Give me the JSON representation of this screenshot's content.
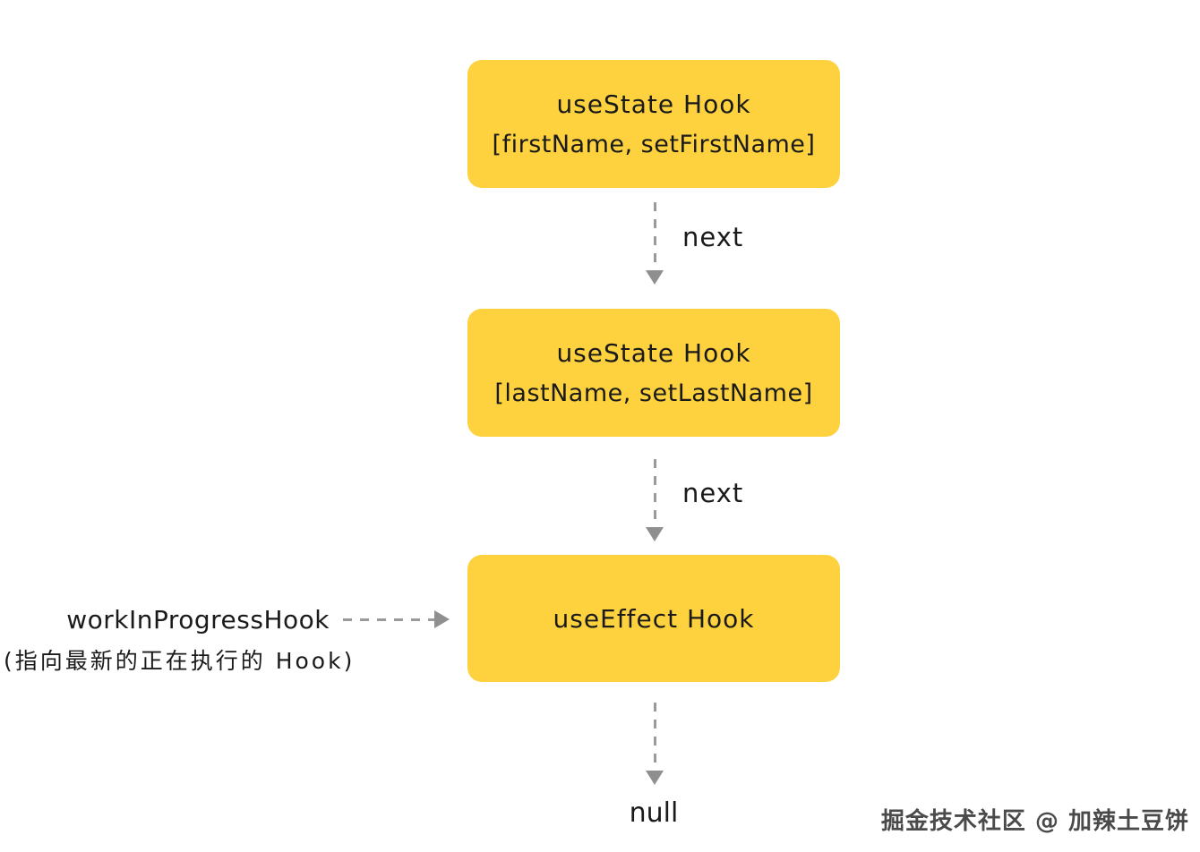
{
  "diagram": {
    "title_hint": "React hooks linked list",
    "nodes": [
      {
        "title": "useState Hook",
        "subtitle": "[firstName, setFirstName]"
      },
      {
        "title": "useState Hook",
        "subtitle": "[lastName, setLastName]"
      },
      {
        "title": "useEffect Hook",
        "subtitle": ""
      }
    ],
    "edges": [
      {
        "label": "next"
      },
      {
        "label": "next"
      }
    ],
    "terminal_label": "null",
    "pointer": {
      "label": "workInProgressHook",
      "note": "(指向最新的正在执行的 Hook)"
    },
    "watermark": "掘金技术社区 @ 加辣土豆饼",
    "colors": {
      "node_bg": "#FDD23E",
      "text": "#1A1A1A",
      "arrow": "#9A9A9A",
      "arrowhead": "#8F8F8F",
      "watermark_text": "#4A4A4A",
      "background": "#FFFFFF"
    }
  }
}
